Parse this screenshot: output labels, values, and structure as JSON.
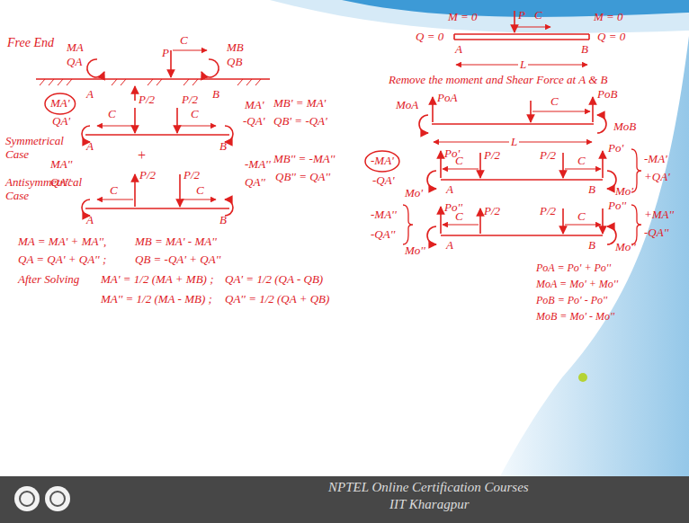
{
  "diagram": {
    "labels": [
      "Free End",
      "MA",
      "QA",
      "P",
      "C",
      "MB",
      "QB",
      "A",
      "B",
      "MA'",
      "QA'",
      "Symmetrical Case",
      "C",
      "P/2",
      "P/2",
      "C",
      "MA'",
      "-QA'",
      "A",
      "B",
      "+",
      "Antisymmetrical Case",
      "MA''",
      "QA''",
      "C",
      "P/2",
      "P/2",
      "C",
      "-MA''",
      "QA''",
      "A",
      "B",
      "MB' = MA'",
      "QB' = -QA'",
      "MB'' = -MA''",
      "QB'' = QA''",
      "MA = MA' + MA'',",
      "MB = MA' - MA''",
      "QA = QA' + QA'' ;",
      "QB = -QA' + QA''",
      "After Solving",
      "MA' = 1/2 (MA + MB) ;",
      "QA' = 1/2 (QA - QB)",
      "MA'' = 1/2 (MA - MB) ;",
      "QA'' = 1/2 (QA + QB)",
      "M = 0",
      "P",
      "C",
      "M = 0",
      "Q = 0",
      "A",
      "B",
      "Q = 0",
      "L",
      "Remove the moment and Shear Force at A & B",
      "MoA",
      "PoA",
      "C",
      "PoB",
      "MoB",
      "L",
      "-MA'",
      "-QA'",
      "Po'",
      "Mo'",
      "C",
      "P/2",
      "P/2",
      "C",
      "Po'",
      "Mo'",
      "A",
      "B",
      "-MA'",
      "+QA'",
      "-MA''",
      "-QA''",
      "Po''",
      "Mo''",
      "C",
      "P/2",
      "P/2",
      "C",
      "Po''",
      "Mo''",
      "A",
      "B",
      "+MA''",
      "-QA''",
      "PoA = Po' + Po''",
      "MoA = Mo' + Mo''",
      "PoB = Po' - Po''",
      "MoB = Mo' - Mo''",
      "NPTEL Online Certification Courses",
      "IIT Kharagpur"
    ]
  }
}
